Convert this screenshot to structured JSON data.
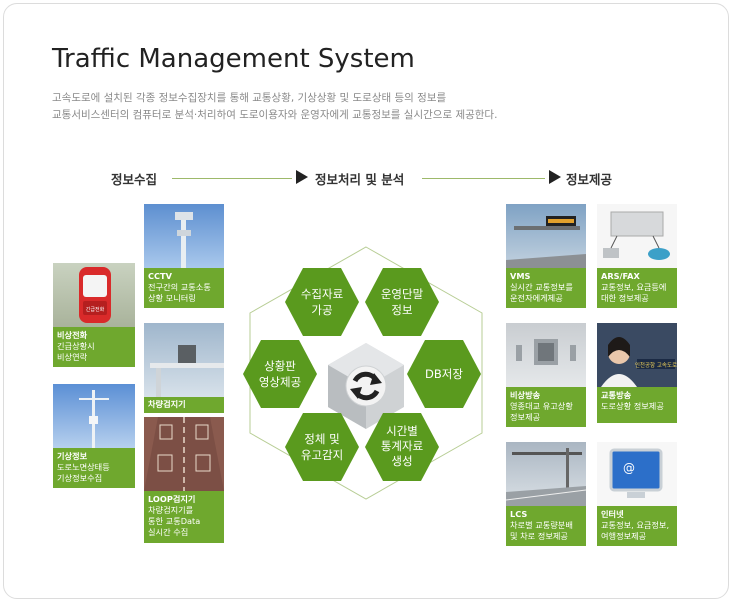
{
  "title": "Traffic Management System",
  "description": [
    "고속도로에 설치된 각종 정보수집장치를 통해 교통상황, 기상상황 및 도로상태 등의 정보를",
    "교통서비스센터의 컴퓨터로 분석·처리하여 도로이용자와 운영자에게 교통정보를 실시간으로 제공한다."
  ],
  "stages": {
    "collect": "정보수집",
    "process": "정보처리 및 분석",
    "provide": "정보제공"
  },
  "collect_items": {
    "emergency_phone": {
      "title": "비상전화",
      "desc": "긴급상황시\n비상연락"
    },
    "cctv": {
      "title": "CCTV",
      "desc": "전구간의 교통소통\n상황 모니터링"
    },
    "vehicle_detector": {
      "title": "차량검지기",
      "desc": ""
    },
    "weather": {
      "title": "기상정보",
      "desc": "도로노면상태등\n기상정보수집"
    },
    "loop_detector": {
      "title": "LOOP검지기",
      "desc": "차량검지기를\n통한 교통Data\n실시간 수집"
    },
    "booth_sign": "긴급전화"
  },
  "process_items": {
    "collect_process": "수집자료\n가공",
    "terminal_info": "운영단말\n정보",
    "db_store": "DB저장",
    "stats_gen": "시간별\n통계자료\n생성",
    "congestion": "정체 및\n유고감지",
    "board_display": "상황판\n영상제공"
  },
  "provide_items": {
    "vms": {
      "title": "VMS",
      "desc": "실시간 교통정보를\n운전자에게제공"
    },
    "ars_fax": {
      "title": "ARS/FAX",
      "desc": "교통정보, 요금등에\n대한 정보제공"
    },
    "emergency_broadcast": {
      "title": "비상방송",
      "desc": "영종대교 유고상황\n정보제공"
    },
    "traffic_broadcast": {
      "title": "교통방송",
      "desc": "도로상황 정보제공"
    },
    "lcs": {
      "title": "LCS",
      "desc": "차로별 교통량분배\n및 차로 정보제공"
    },
    "internet": {
      "title": "인터넷",
      "desc": "교통정보, 요금정보,\n여행정보제공"
    },
    "news_caption": "인천공항 고속도로"
  },
  "colors": {
    "green_dark": "#5a9a1e",
    "green": "#6fa82e",
    "label_green": "#6fa82e"
  }
}
